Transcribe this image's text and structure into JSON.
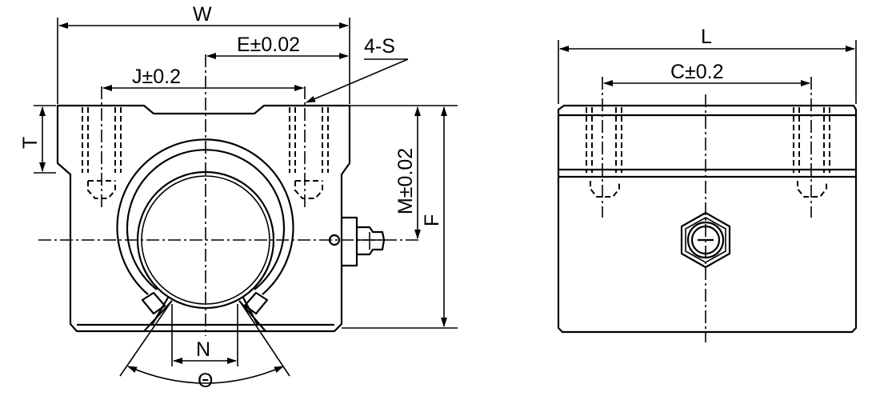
{
  "labels": {
    "W": "W",
    "E": "E±0.02",
    "J": "J±0.2",
    "S": "4-S",
    "T": "T",
    "M": "M±0.02",
    "F": "F",
    "N": "N",
    "theta": "Θ",
    "L": "L",
    "C": "C±0.2"
  }
}
